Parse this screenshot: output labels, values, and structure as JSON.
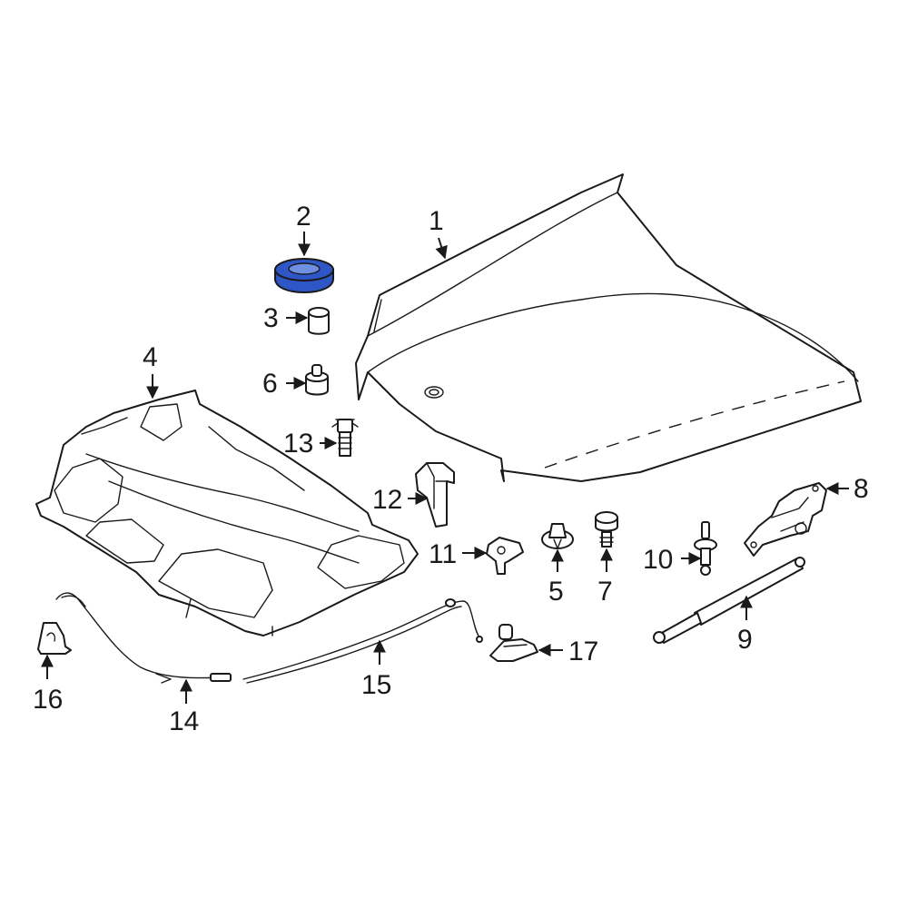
{
  "diagram": {
    "highlight_color": "#2f56c6",
    "highlighted_part": "2",
    "callouts": {
      "c1": "1",
      "c2": "2",
      "c3": "3",
      "c4": "4",
      "c5": "5",
      "c6": "6",
      "c7": "7",
      "c8": "8",
      "c9": "9",
      "c10": "10",
      "c11": "11",
      "c12": "12",
      "c13": "13",
      "c14": "14",
      "c15": "15",
      "c16": "16",
      "c17": "17"
    }
  }
}
